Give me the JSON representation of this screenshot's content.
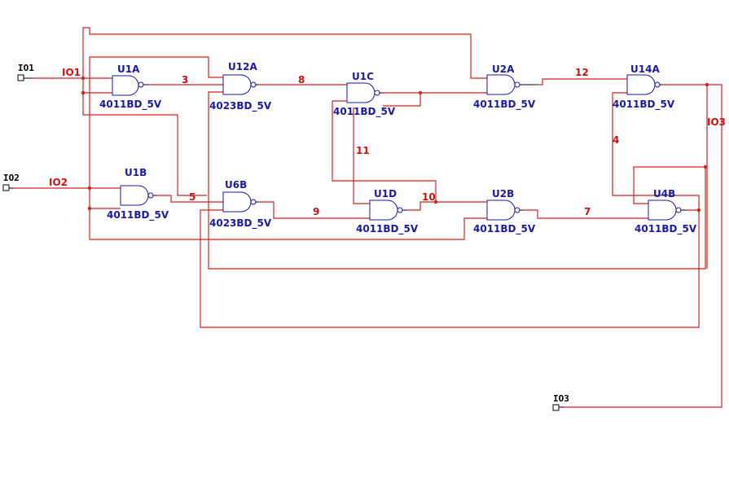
{
  "colors": {
    "wire": "#d02020",
    "gate": "#1a1aa0",
    "net_label": "#cc1010",
    "port": "#000000"
  },
  "ports": {
    "io1": "IO1",
    "io2": "IO2",
    "io3": "IO3"
  },
  "nets": {
    "io1": "IO1",
    "io2": "IO2",
    "io3": "IO3",
    "n3": "3",
    "n4": "4",
    "n5": "5",
    "n7": "7",
    "n8": "8",
    "n9": "9",
    "n10": "10",
    "n11": "11",
    "n12": "12"
  },
  "gates": {
    "u1a": {
      "ref": "U1A",
      "part": "4011BD_5V"
    },
    "u1b": {
      "ref": "U1B",
      "part": "4011BD_5V"
    },
    "u12a": {
      "ref": "U12A",
      "part": "4023BD_5V"
    },
    "u6b": {
      "ref": "U6B",
      "part": "4023BD_5V"
    },
    "u1c": {
      "ref": "U1C",
      "part": "4011BD_5V"
    },
    "u1d": {
      "ref": "U1D",
      "part": "4011BD_5V"
    },
    "u2a": {
      "ref": "U2A",
      "part": "4011BD_5V"
    },
    "u2b": {
      "ref": "U2B",
      "part": "4011BD_5V"
    },
    "u14a": {
      "ref": "U14A",
      "part": "4011BD_5V"
    },
    "u4b": {
      "ref": "U4B",
      "part": "4011BD_5V"
    }
  }
}
